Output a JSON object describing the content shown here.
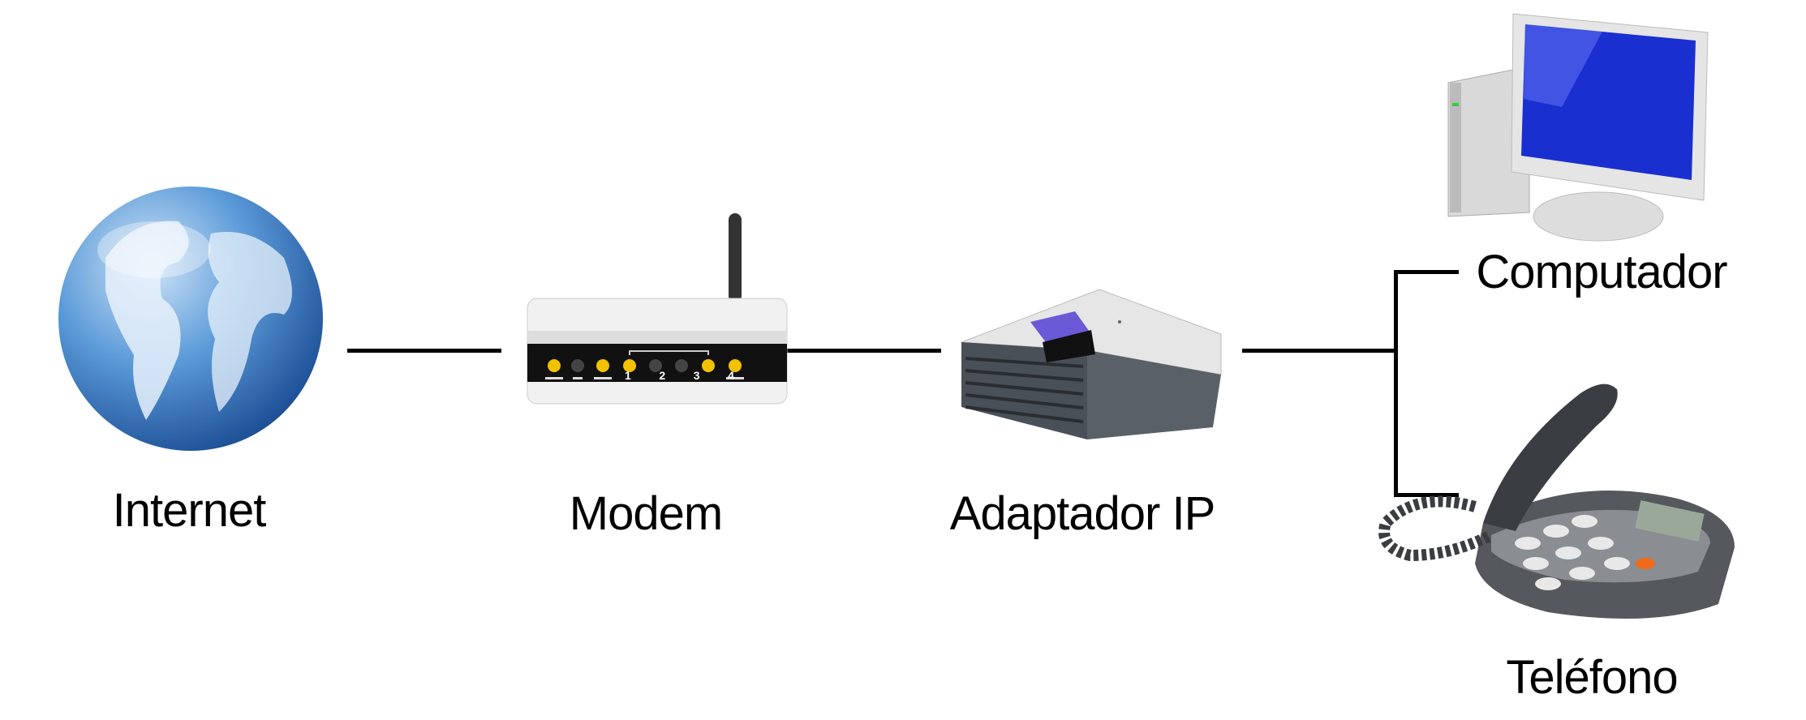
{
  "diagram": {
    "nodes": [
      {
        "id": "internet",
        "label": "Internet",
        "icon": "globe-icon"
      },
      {
        "id": "modem",
        "label": "Modem",
        "icon": "router-icon",
        "port_labels": [
          "1",
          "2",
          "3",
          "4"
        ]
      },
      {
        "id": "adapter",
        "label": "Adaptador IP",
        "icon": "phone-adapter-icon"
      },
      {
        "id": "computer",
        "label": "Computador",
        "icon": "desktop-computer-icon"
      },
      {
        "id": "phone",
        "label": "Teléfono",
        "icon": "desk-phone-icon"
      }
    ],
    "edges": [
      {
        "from": "internet",
        "to": "modem"
      },
      {
        "from": "modem",
        "to": "adapter"
      },
      {
        "from": "adapter",
        "to": "computer"
      },
      {
        "from": "adapter",
        "to": "phone"
      }
    ],
    "colors": {
      "line": "#000000",
      "globe": "#3a7cc4",
      "screen": "#1a2fd0",
      "led": "#f2c200"
    }
  }
}
